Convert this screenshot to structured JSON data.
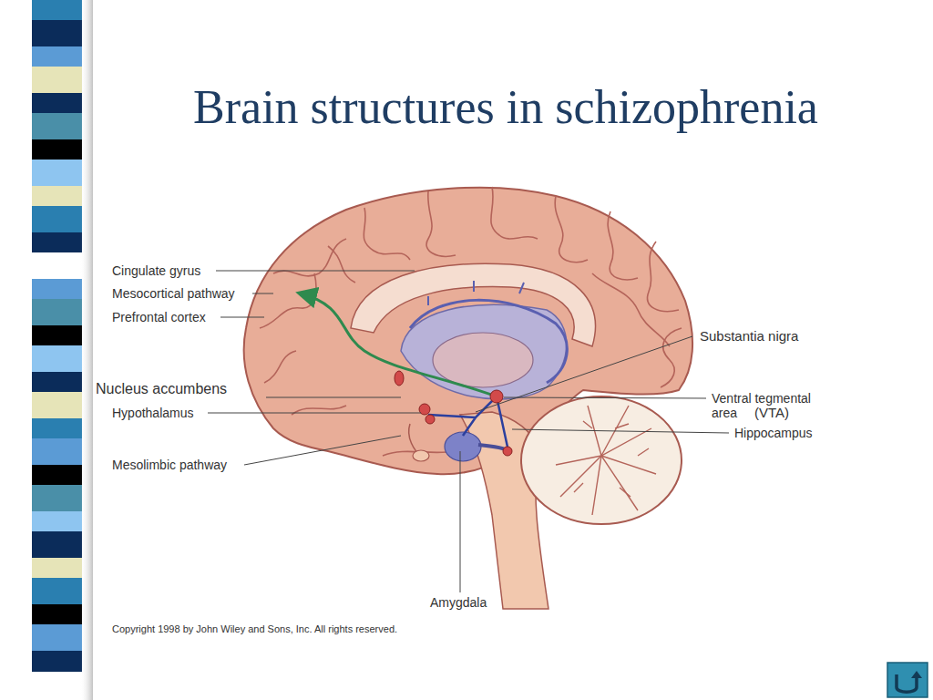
{
  "diagram": {
    "title": "Brain structures in schizophrenia",
    "labels": [
      "Cingulate gyrus",
      "Mesocortical pathway",
      "Prefrontal cortex",
      "Nucleus accumbens",
      "Hypothalamus",
      "Mesolimbic pathway",
      "Substantia nigra",
      "Ventral tegmental area",
      "(VTA)",
      "Hippocampus",
      "Amygdala",
      "Copyright 1998 by John Wiley and Sons, Inc. All rights reserved."
    ]
  }
}
